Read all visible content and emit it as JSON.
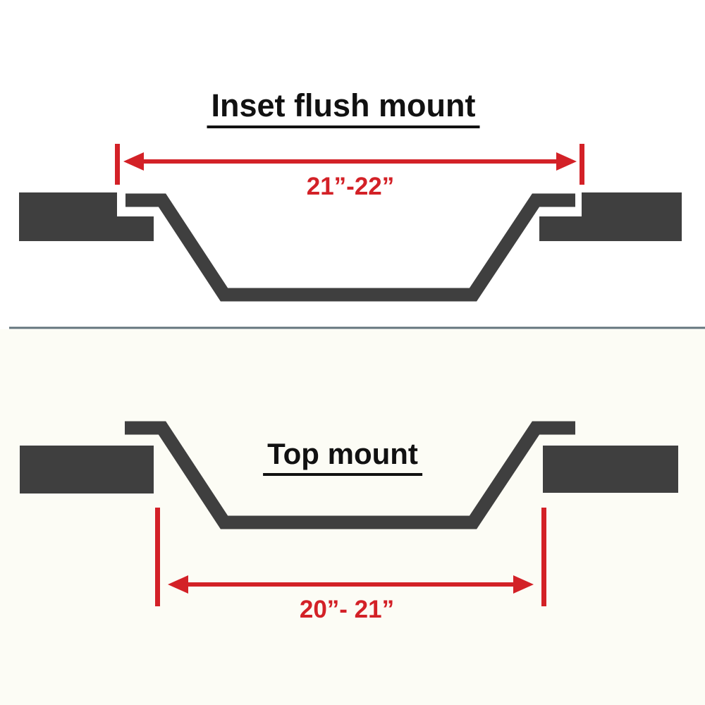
{
  "colors": {
    "ink": "#3f3f3f",
    "accent_red": "#d32127",
    "divider": "#64757d",
    "bg_upper": "#ffffff",
    "bg_lower": "#fcfcf5",
    "title_ink": "#111111"
  },
  "inset_flush_mount": {
    "title": "Inset flush mount",
    "dimension_label": "21”-22”"
  },
  "top_mount": {
    "title": "Top mount",
    "dimension_label": "20”- 21”"
  }
}
